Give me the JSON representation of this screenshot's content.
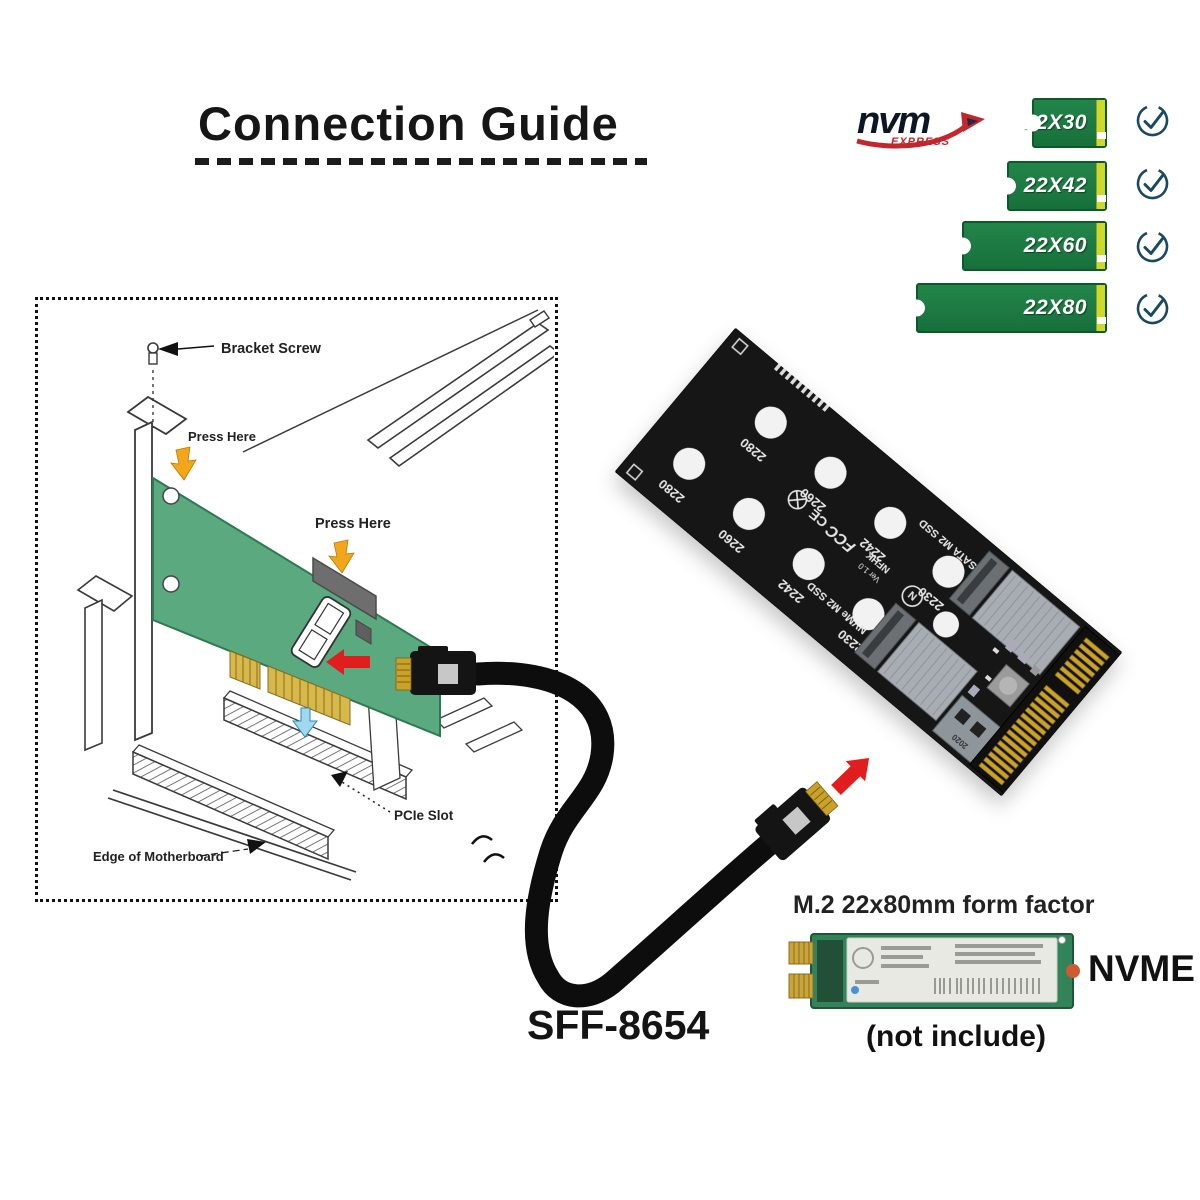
{
  "title": "Connection Guide",
  "logo": {
    "main": "nvm",
    "sub": "EXPRESS"
  },
  "m2_sizes": {
    "labels": [
      "22X30",
      "22X42",
      "22X60",
      "22X80"
    ],
    "all_checked": true
  },
  "diagram": {
    "bracket_screw": "Bracket Screw",
    "press_here": "Press Here",
    "pcie_slot": "PCIe Slot",
    "edge_of_motherboard": "Edge of Motherboard"
  },
  "cable": {
    "label": "SFF-8654"
  },
  "adapter": {
    "standoffs": [
      "2280",
      "2260",
      "2242",
      "2230"
    ],
    "slot_sata": "SATA M2 SSD",
    "slot_nvme": "NVMe M2 SSD",
    "brand": "NFHK",
    "version": "Ver 1.0",
    "socket": "2020",
    "cert_fcc": "FCC",
    "cert_ce": "CE",
    "cert_ul": "N"
  },
  "ssd": {
    "heading": "M.2 22x80mm form factor",
    "type": "NVME",
    "note": "(not include)"
  },
  "icons": {
    "compat_check": "circled-checkmark",
    "press_arrow": "orange-bent-arrow",
    "insert_arrow": "red-arrow",
    "slot_arrow": "blue-down-arrow"
  },
  "colors": {
    "m2_card_green": "#1e7b3e",
    "m2_edge_gold": "#ccd92a",
    "check_teal": "#1a4a5f",
    "nvme_red": "#c1272d",
    "arrow_red": "#e21d1d",
    "press_orange": "#f2a71b",
    "pcie_card_green": "#5ba97e",
    "cable_black": "#0d0d0d",
    "adapter_pcb": "#161616"
  }
}
